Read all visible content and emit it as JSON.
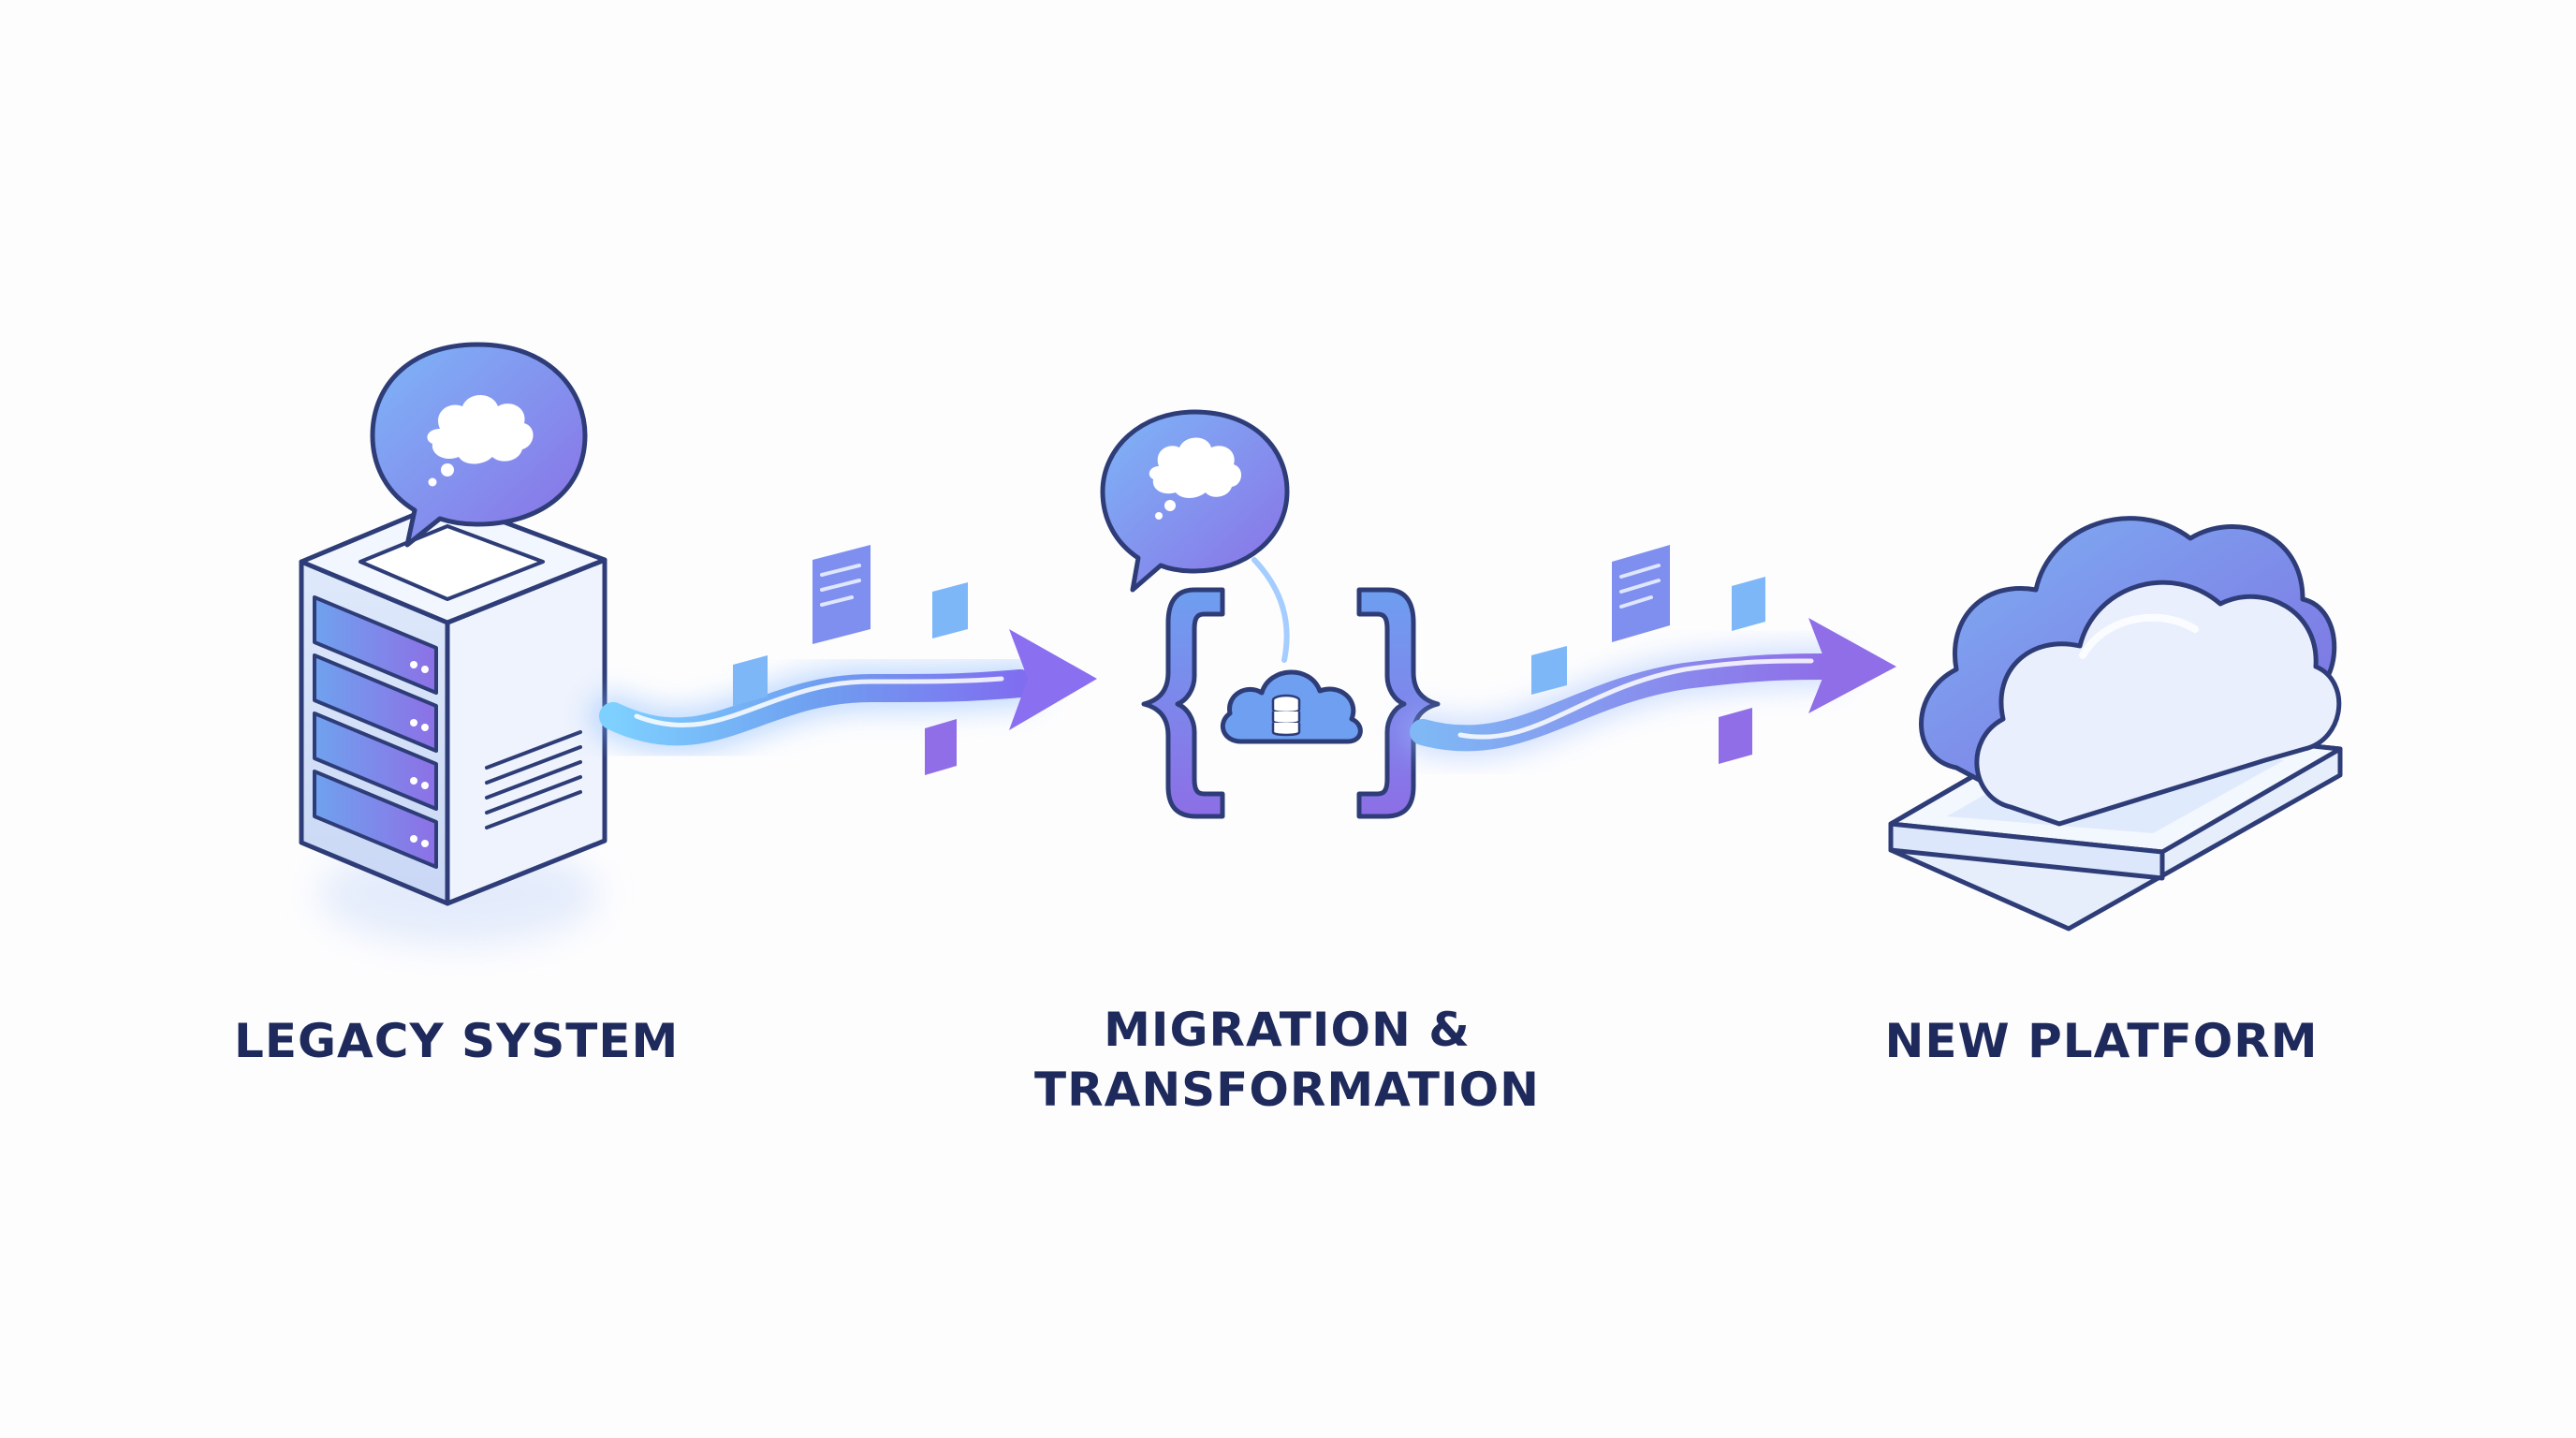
{
  "diagram": {
    "stages": [
      {
        "id": "legacy",
        "label_lines": [
          "LEGACY SYSTEM"
        ]
      },
      {
        "id": "migration",
        "label_lines": [
          "MIGRATION &",
          "TRANSFORMATION"
        ]
      },
      {
        "id": "new",
        "label_lines": [
          "NEW PLATFORM"
        ]
      }
    ],
    "icons": {
      "legacy": "server-rack-icon",
      "legacy_bubble": "thought-bubble-icon",
      "migration": "code-braces-icon",
      "migration_inner": "cloud-database-icon",
      "migration_bubble": "thought-bubble-icon",
      "new": "cloud-platform-icon"
    },
    "colors": {
      "label_text": "#1f2a5c",
      "outline": "#2e3d78",
      "blue": "#6f9ff0",
      "blue_light": "#cfe0fb",
      "purple": "#8f6ee8",
      "flow_glow": "#7fb4ff"
    }
  }
}
